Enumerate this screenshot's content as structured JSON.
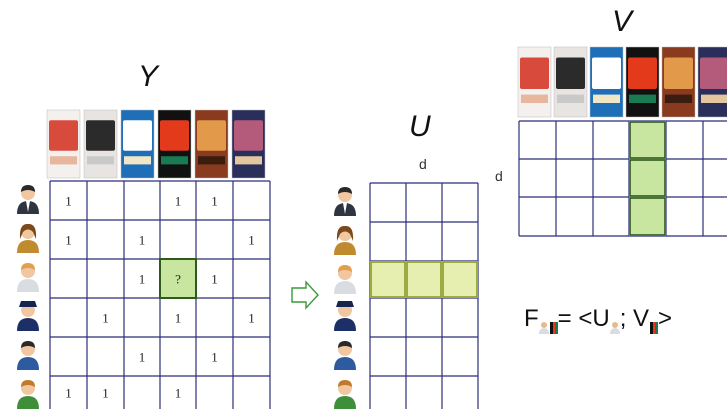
{
  "labels": {
    "Y": "Y",
    "U": "U",
    "V": "V",
    "d_u": "d",
    "d_v": "d",
    "question": "?"
  },
  "formula": {
    "F": "F",
    "eq": "= <U",
    "sep": "; V",
    "close": ">"
  },
  "movies": [
    {
      "icon": "movie-poster-icon",
      "colors": [
        "#f4f0ee",
        "#d84a3c",
        "#e7b69c"
      ]
    },
    {
      "icon": "movie-poster-icon",
      "colors": [
        "#e8e4e2",
        "#2b2b2b",
        "#c9c9c9"
      ]
    },
    {
      "icon": "movie-poster-icon",
      "colors": [
        "#1f6fb8",
        "#ffffff",
        "#f1e7c7"
      ]
    },
    {
      "icon": "movie-poster-icon",
      "colors": [
        "#111111",
        "#e23a1b",
        "#1a7a52"
      ]
    },
    {
      "icon": "movie-poster-icon",
      "colors": [
        "#8a3a1e",
        "#e29a4a",
        "#3b1d0f"
      ]
    },
    {
      "icon": "movie-poster-icon",
      "colors": [
        "#2a2e5a",
        "#b45a7a",
        "#e3c5a0"
      ]
    }
  ],
  "users": [
    {
      "icon": "businessman-icon",
      "shirt": "#2f3540",
      "hair": "#2a2a2a"
    },
    {
      "icon": "woman-icon",
      "shirt": "#c08a2e",
      "hair": "#7a4a1a"
    },
    {
      "icon": "man-icon",
      "shirt": "#d9dde2",
      "hair": "#e0a050"
    },
    {
      "icon": "police-officer-icon",
      "shirt": "#1c2f66",
      "hair": "#162450"
    },
    {
      "icon": "man-icon",
      "shirt": "#2e5aa0",
      "hair": "#2a2a2a"
    },
    {
      "icon": "man-icon",
      "shirt": "#3f8f3a",
      "hair": "#c07a2a"
    }
  ],
  "Y_matrix": [
    [
      "1",
      "",
      "",
      "1",
      "1",
      ""
    ],
    [
      "1",
      "",
      "1",
      "",
      "",
      "1"
    ],
    [
      "",
      "",
      "1",
      "?",
      "1",
      ""
    ],
    [
      "",
      "1",
      "",
      "1",
      "",
      "1"
    ],
    [
      "",
      "",
      "1",
      "",
      "1",
      ""
    ],
    [
      "1",
      "1",
      "",
      "1",
      "",
      ""
    ]
  ],
  "colors": {
    "grid": "#2e2e7a",
    "highlight_fill": "#c9e6a0",
    "highlight_stroke": "#2e5a1e",
    "u_row_fill": "#e6efb0",
    "u_row_stroke": "#8a9a2a",
    "arrow": "#3a9a3a"
  }
}
